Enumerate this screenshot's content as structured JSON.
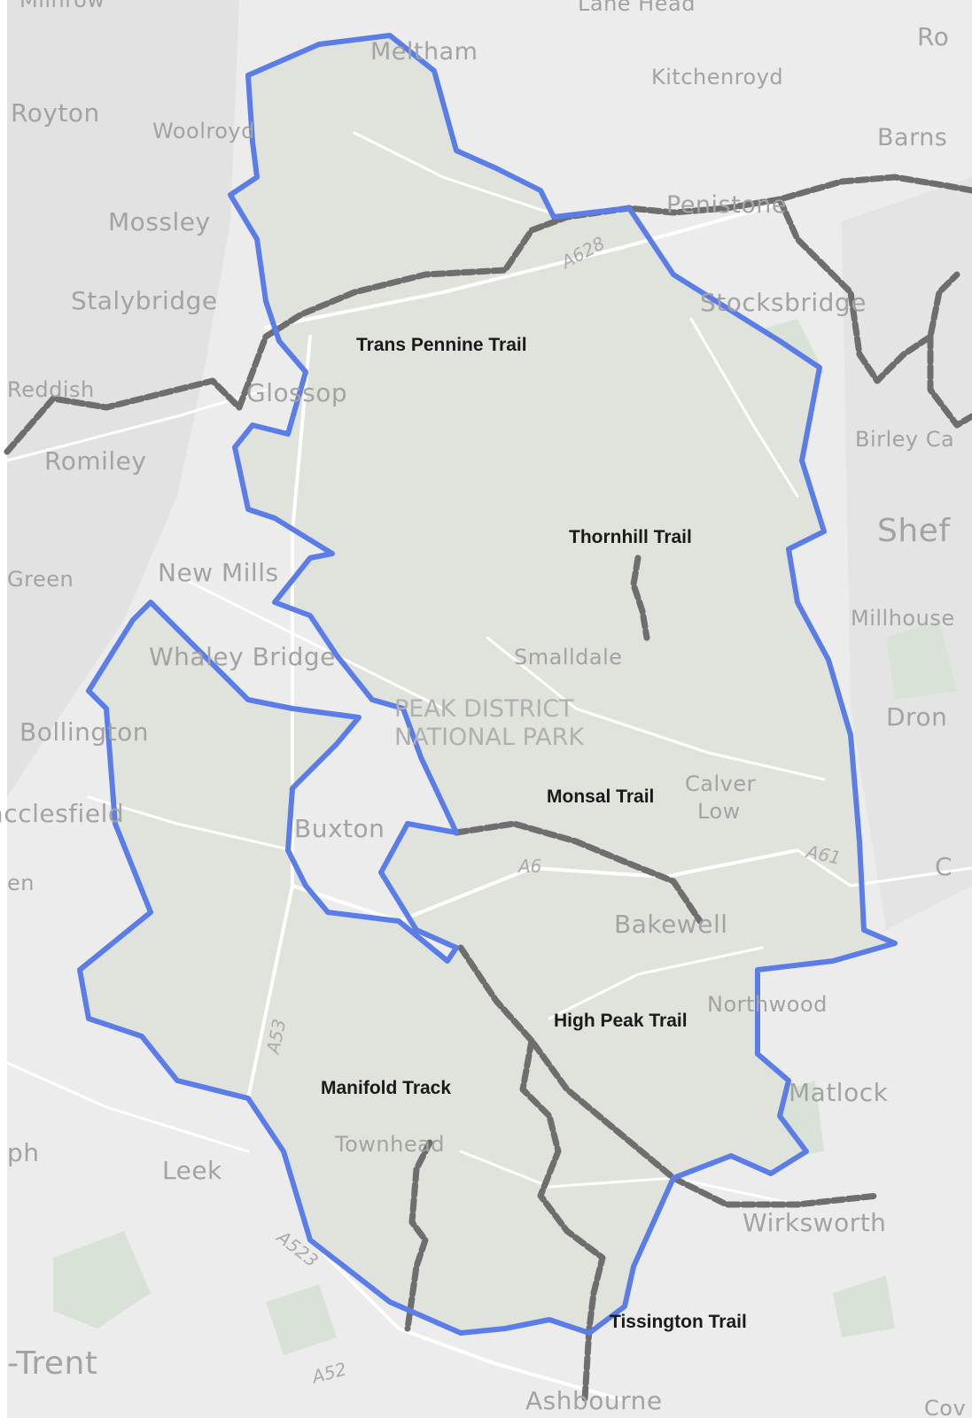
{
  "map": {
    "park_name": [
      "PEAK DISTRICT",
      "NATIONAL PARK"
    ],
    "colors": {
      "background": "#ececec",
      "park_fill": "#e0e2dc",
      "boundary": "#5b7de8",
      "trail_line": "#6e6e6e",
      "green_areas": "#d9e2d6",
      "roads": "#ffffff",
      "label_text": "#a3a3a3",
      "trail_text": "#1a1a1a"
    },
    "places": {
      "millrow": "Milnrow",
      "lane_head": "Lane Head",
      "meltham": "Meltham",
      "kitchenroyd": "Kitchenroyd",
      "royton": "Royton",
      "woolroyd": "Woolroyd",
      "barnsley": "Barns",
      "mossley": "Mossley",
      "penistone": "Penistone",
      "stalybridge": "Stalybridge",
      "stocksbridge": "Stocksbridge",
      "reddish": "Reddish",
      "glossop": "Glossop",
      "birley": "Birley Ca",
      "romiley": "Romiley",
      "sheffield": "Shef",
      "new_mills": "New Mills",
      "green": "Green",
      "millhouses": "Millhouse",
      "whaley_bridge": "Whaley Bridge",
      "smalldale": "Smalldale",
      "bollington": "Bollington",
      "dronfield": "Dron",
      "calver_low": [
        "Calver",
        "Low"
      ],
      "macclesfield": "Macclesfield",
      "buxton": "Buxton",
      "en": "en",
      "c": "C",
      "bakewell": "Bakewell",
      "northwood": "Northwood",
      "matlock": "Matlock",
      "townhead": "Townhead",
      "ph": "ph",
      "leek": "Leek",
      "wirksworth": "Wirksworth",
      "trent": "-Trent",
      "ashbourne": "Ashbourne",
      "cov": "Cov",
      "ro": "Ro"
    },
    "roads": {
      "a628": "A628",
      "a6": "A6",
      "a61": "A61",
      "a53": "A53",
      "a523": "A523",
      "a52": "A52"
    },
    "trails": {
      "trans_pennine": "Trans Pennine Trail",
      "thornhill": "Thornhill Trail",
      "monsal": "Monsal Trail",
      "high_peak": "High Peak Trail",
      "manifold": "Manifold Track",
      "tissington": "Tissington Trail"
    }
  }
}
